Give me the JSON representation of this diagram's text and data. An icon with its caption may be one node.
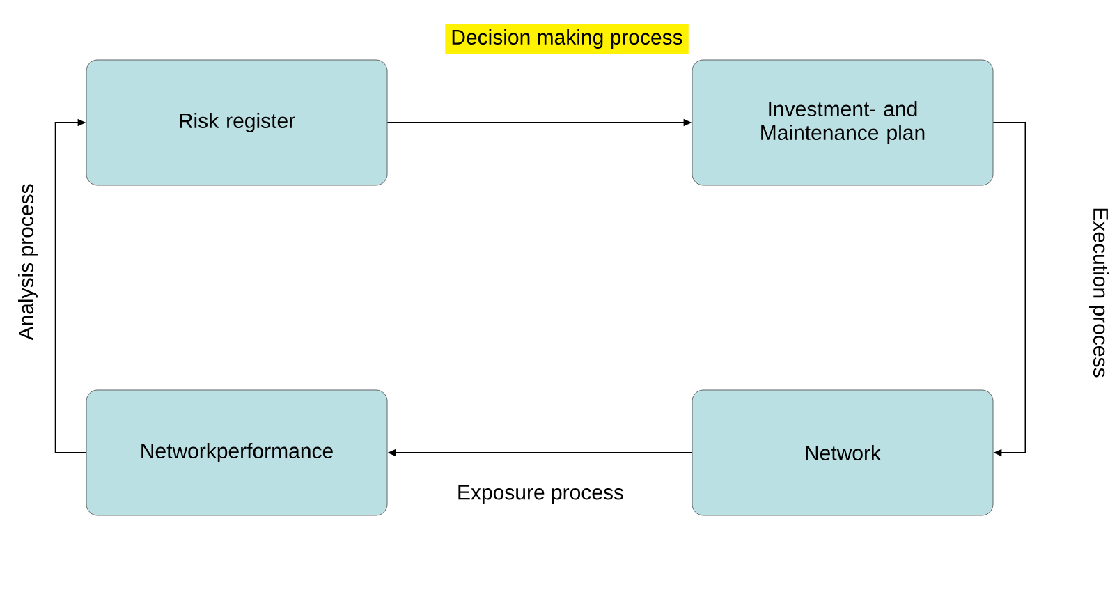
{
  "diagram": {
    "nodes": [
      {
        "text": [
          "Risk register"
        ]
      },
      {
        "text": [
          "Investment- and Maintenance plan"
        ]
      },
      {
        "text": [
          "Network"
        ]
      },
      {
        "text": [
          "Networkperformance"
        ]
      }
    ],
    "edges": [
      {
        "from": 0,
        "to": 1,
        "arrow": "to",
        "label": "Decision making process"
      },
      {
        "from": 1,
        "to": 2,
        "arrow": "to",
        "label": "Execution process"
      },
      {
        "from": 2,
        "to": 3,
        "arrow": "to",
        "label": "Exposure process"
      },
      {
        "from": 3,
        "to": 0,
        "arrow": "to",
        "label": "Analysis process"
      }
    ]
  }
}
